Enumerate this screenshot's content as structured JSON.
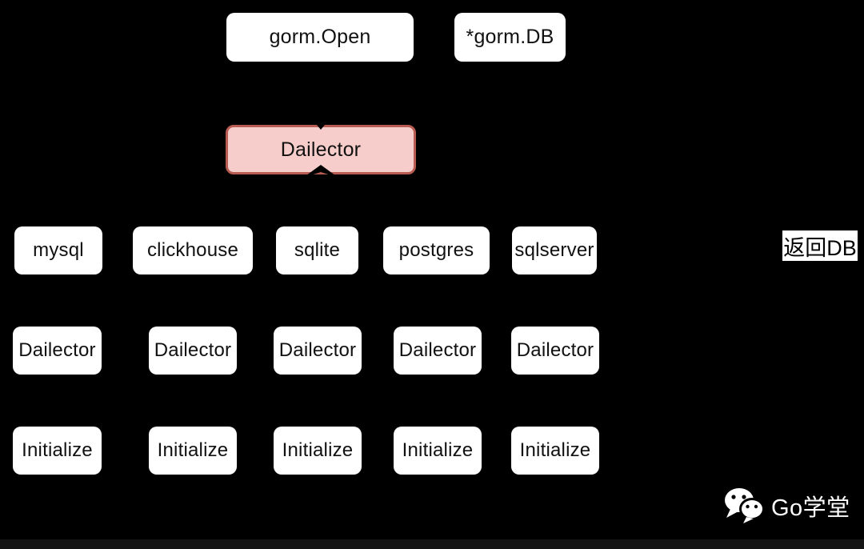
{
  "diagram": {
    "gorm_open": "gorm.Open",
    "gorm_db": "*gorm.DB",
    "main_dialector": "Dailector",
    "drivers": [
      "mysql",
      "clickhouse",
      "sqlite",
      "postgres",
      "sqlserver"
    ],
    "dialectors": [
      "Dailector",
      "Dailector",
      "Dailector",
      "Dailector",
      "Dailector"
    ],
    "initializers": [
      "Initialize",
      "Initialize",
      "Initialize",
      "Initialize",
      "Initialize"
    ],
    "return_db_label": "返回DB"
  },
  "watermark": {
    "brand": "Go学堂",
    "icon": "wechat-icon"
  },
  "colors": {
    "background": "#000000",
    "node_fill": "#ffffff",
    "node_text": "#111111",
    "dialector_fill": "#f6cdca",
    "dialector_border": "#b85c52",
    "arrow": "#000000",
    "watermark": "#ffffff"
  }
}
